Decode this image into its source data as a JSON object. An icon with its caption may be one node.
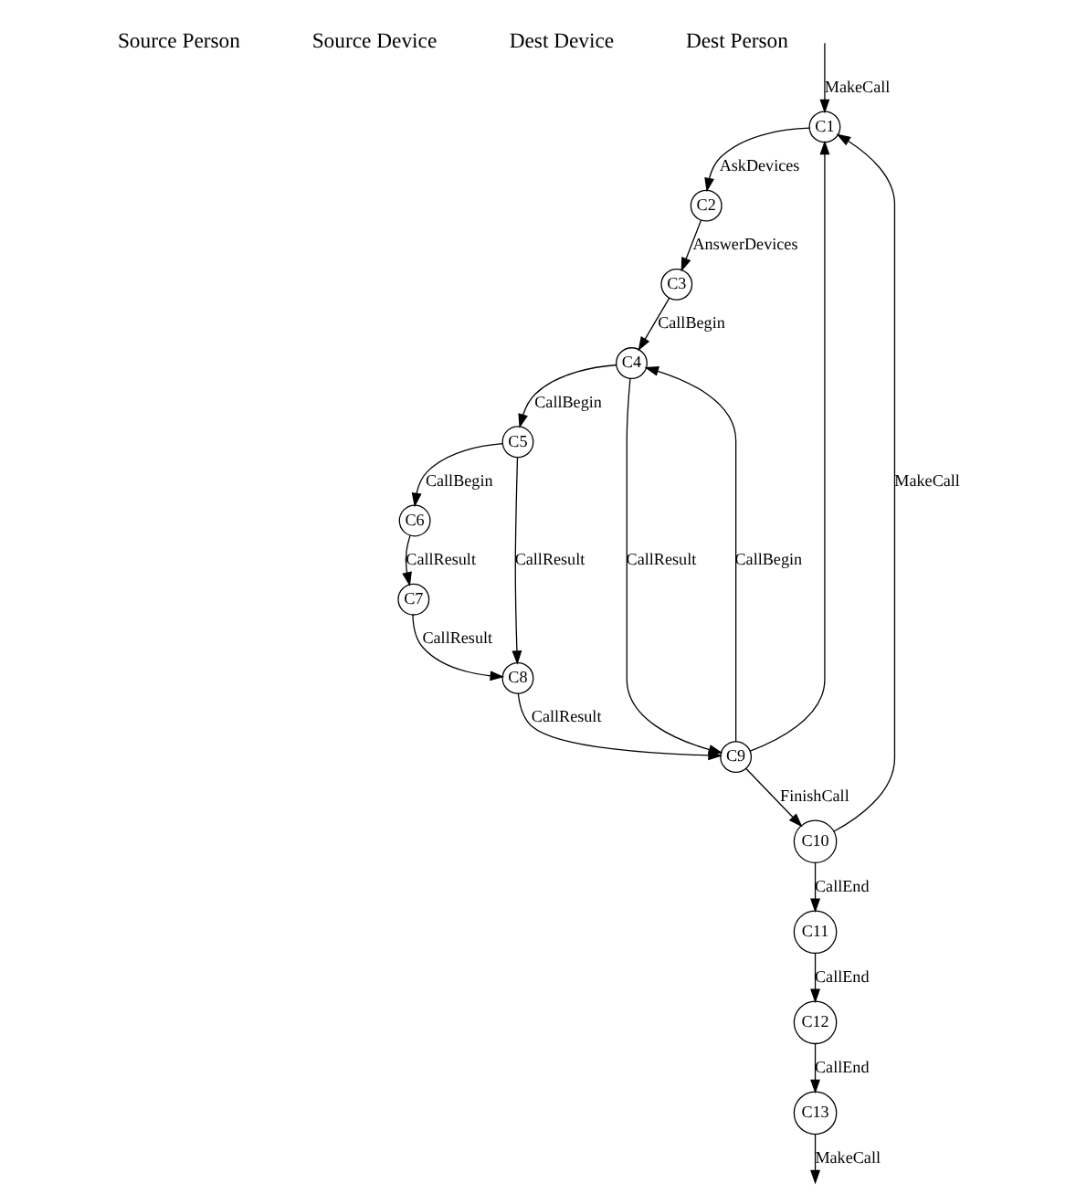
{
  "diagram": {
    "nodes": [
      {
        "text": [
          "C1"
        ]
      },
      {
        "text": [
          "C2"
        ]
      },
      {
        "text": [
          "C3"
        ]
      },
      {
        "text": [
          "C4"
        ]
      },
      {
        "text": [
          "C5"
        ]
      },
      {
        "text": [
          "C6"
        ]
      },
      {
        "text": [
          "C7"
        ]
      },
      {
        "text": [
          "C8"
        ]
      },
      {
        "text": [
          "C9"
        ]
      },
      {
        "text": [
          "C10"
        ]
      },
      {
        "text": [
          "C11"
        ]
      },
      {
        "text": [
          "C12"
        ]
      },
      {
        "text": [
          "C13"
        ]
      }
    ],
    "edges": [
      {
        "from": null,
        "to": 0,
        "arrow": "to",
        "label": "MakeCall"
      },
      {
        "from": 0,
        "to": 1,
        "arrow": "to",
        "label": "AskDevices"
      },
      {
        "from": 1,
        "to": 2,
        "arrow": "to",
        "label": "AnswerDevices"
      },
      {
        "from": 2,
        "to": 3,
        "arrow": "to",
        "label": "CallBegin"
      },
      {
        "from": 3,
        "to": 4,
        "arrow": "to",
        "label": "CallBegin"
      },
      {
        "from": 4,
        "to": 5,
        "arrow": "to",
        "label": "CallBegin"
      },
      {
        "from": 8,
        "to": 3,
        "arrow": "to",
        "label": "CallBegin"
      },
      {
        "from": 3,
        "to": 8,
        "arrow": "to",
        "label": "CallResult"
      },
      {
        "from": 4,
        "to": 7,
        "arrow": "to",
        "label": "CallResult"
      },
      {
        "from": 5,
        "to": 6,
        "arrow": "to",
        "label": "CallResult"
      },
      {
        "from": 6,
        "to": 7,
        "arrow": "to",
        "label": "CallResult"
      },
      {
        "from": 7,
        "to": 8,
        "arrow": "to",
        "label": "CallResult"
      },
      {
        "from": 8,
        "to": 0,
        "arrow": "to"
      },
      {
        "from": 9,
        "to": 0,
        "arrow": "to",
        "label": "MakeCall"
      },
      {
        "from": 8,
        "to": 9,
        "arrow": "to",
        "label": "FinishCall"
      },
      {
        "from": 9,
        "to": 10,
        "arrow": "to",
        "label": "CallEnd"
      },
      {
        "from": 10,
        "to": 11,
        "arrow": "to",
        "label": "CallEnd"
      },
      {
        "from": 11,
        "to": 12,
        "arrow": "to",
        "label": "CallEnd"
      },
      {
        "from": 12,
        "to": null,
        "arrow": "to",
        "label": "MakeCall"
      }
    ],
    "labels": [
      "Source Person",
      "Source Device",
      "Dest Device",
      "Dest Person"
    ]
  }
}
